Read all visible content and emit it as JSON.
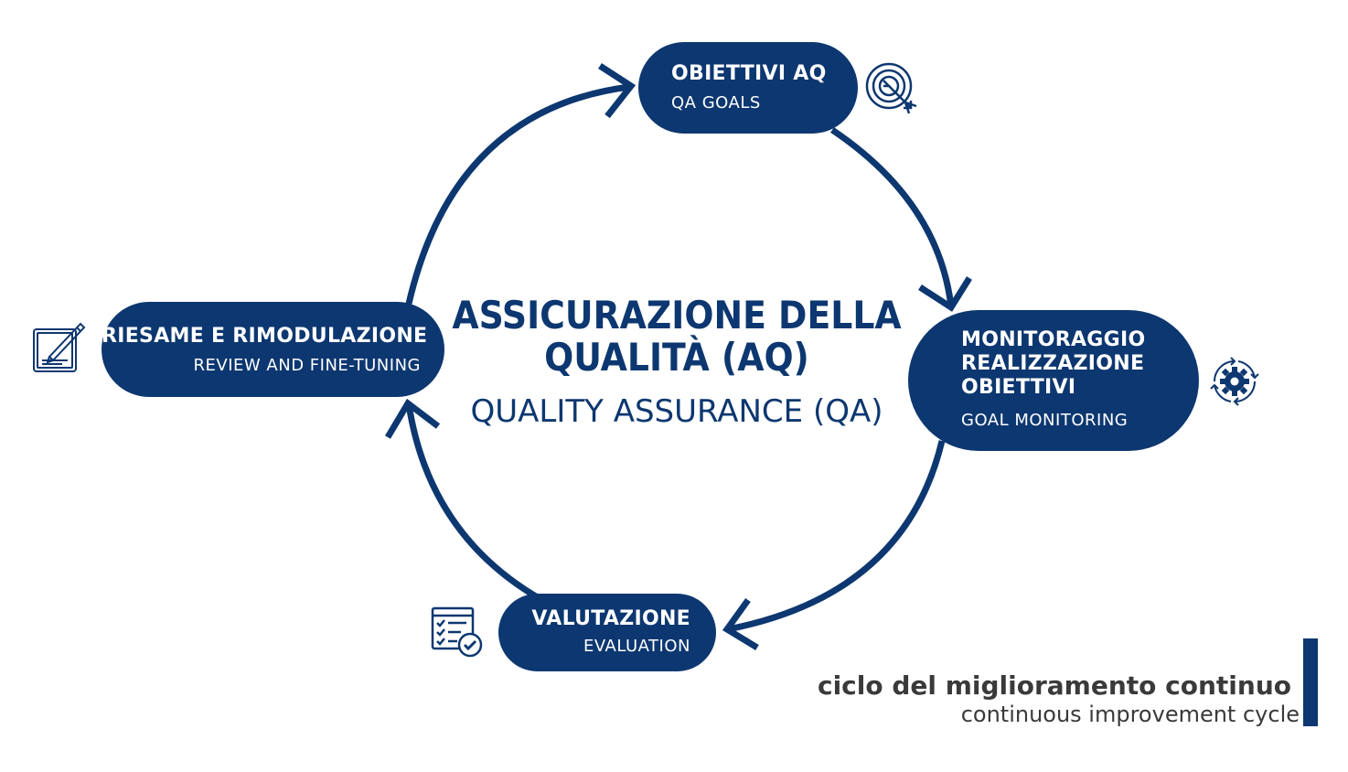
{
  "center": {
    "title": "ASSICURAZIONE DELLA QUALITÀ (AQ)",
    "subtitle": "QUALITY ASSURANCE (QA)"
  },
  "steps": [
    {
      "label": "OBIETTIVI AQ",
      "sublabel": "QA GOALS",
      "icon": "target-icon"
    },
    {
      "label": "MONITORAGGIO REALIZZAZIONE OBIETTIVI",
      "sublabel": "GOAL MONITORING",
      "icon": "gear-cycle-icon"
    },
    {
      "label": "VALUTAZIONE",
      "sublabel": "EVALUATION",
      "icon": "checklist-icon"
    },
    {
      "label": "RIESAME E RIMODULAZIONE",
      "sublabel": "REVIEW AND FINE-TUNING",
      "icon": "edit-document-icon"
    }
  ],
  "footer": {
    "title": "ciclo del miglioramento continuo",
    "subtitle": "continuous improvement cycle"
  },
  "colors": {
    "primary": "#0d3770",
    "text_dark": "#3a3a3a",
    "background": "#ffffff"
  }
}
